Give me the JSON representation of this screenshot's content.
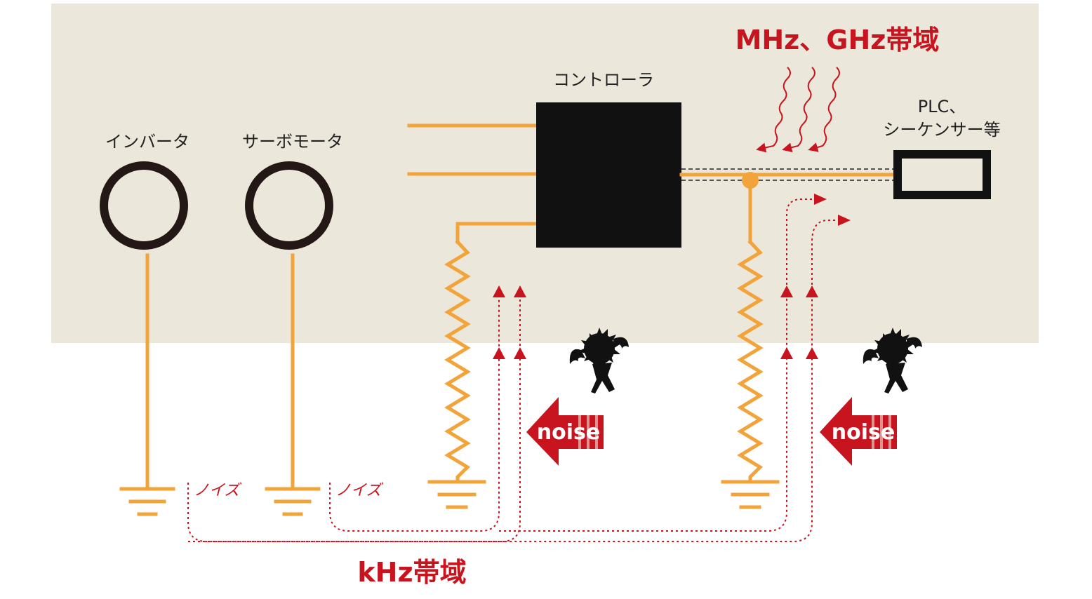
{
  "colors": {
    "panel_bg": "#ebe7da",
    "wire": "#f2a33a",
    "noise_red": "#c8141e",
    "black": "#111111"
  },
  "labels": {
    "inverter": "インバータ",
    "servo_motor": "サーボモータ",
    "controller": "コントローラ",
    "plc_line1": "PLC、",
    "plc_line2": "シーケンサー等",
    "mhz_ghz_band": "MHz、GHz帯域",
    "khz_band": "kHz帯域",
    "noise_label_1": "ノイズ",
    "noise_label_2": "ノイズ",
    "noise_badge_1": "noise",
    "noise_badge_2": "noise"
  },
  "icons": [
    "demon-icon",
    "demon-icon",
    "ground-symbol",
    "noise-arrow-badge"
  ]
}
